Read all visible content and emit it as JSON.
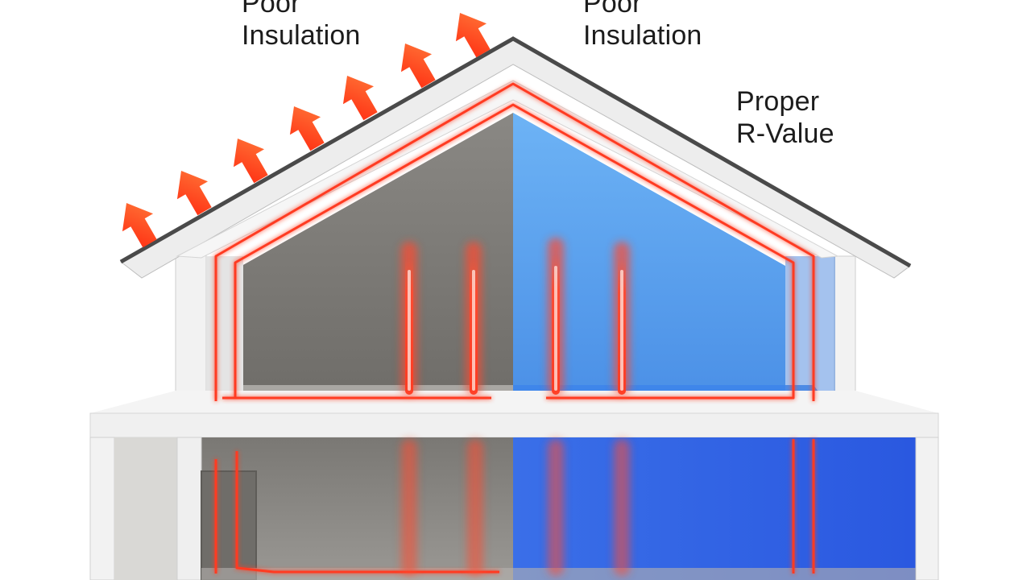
{
  "labels": {
    "left_poor": {
      "line1": "Poor",
      "line2": "Insulation"
    },
    "mid_poor": {
      "line1": "Poor",
      "line2": "Insulation"
    },
    "right_proper": {
      "line1": "Proper",
      "line2": "R-Value"
    }
  },
  "colors": {
    "heat_red": "#ff3b22",
    "arrow_orange": "#ff4a1c",
    "poor_side_gray": "#8e8c88",
    "proper_side_blue": "#5aa6ee",
    "lower_blue": "#2f6ff0",
    "wall_white": "#f3f3f3",
    "roof_dark": "#4a4a4a"
  },
  "icons": {
    "heat_loss_arrow": "arrow-up-right-icon"
  },
  "sections": {
    "left": "poor-insulation-side",
    "right": "proper-r-value-side"
  }
}
